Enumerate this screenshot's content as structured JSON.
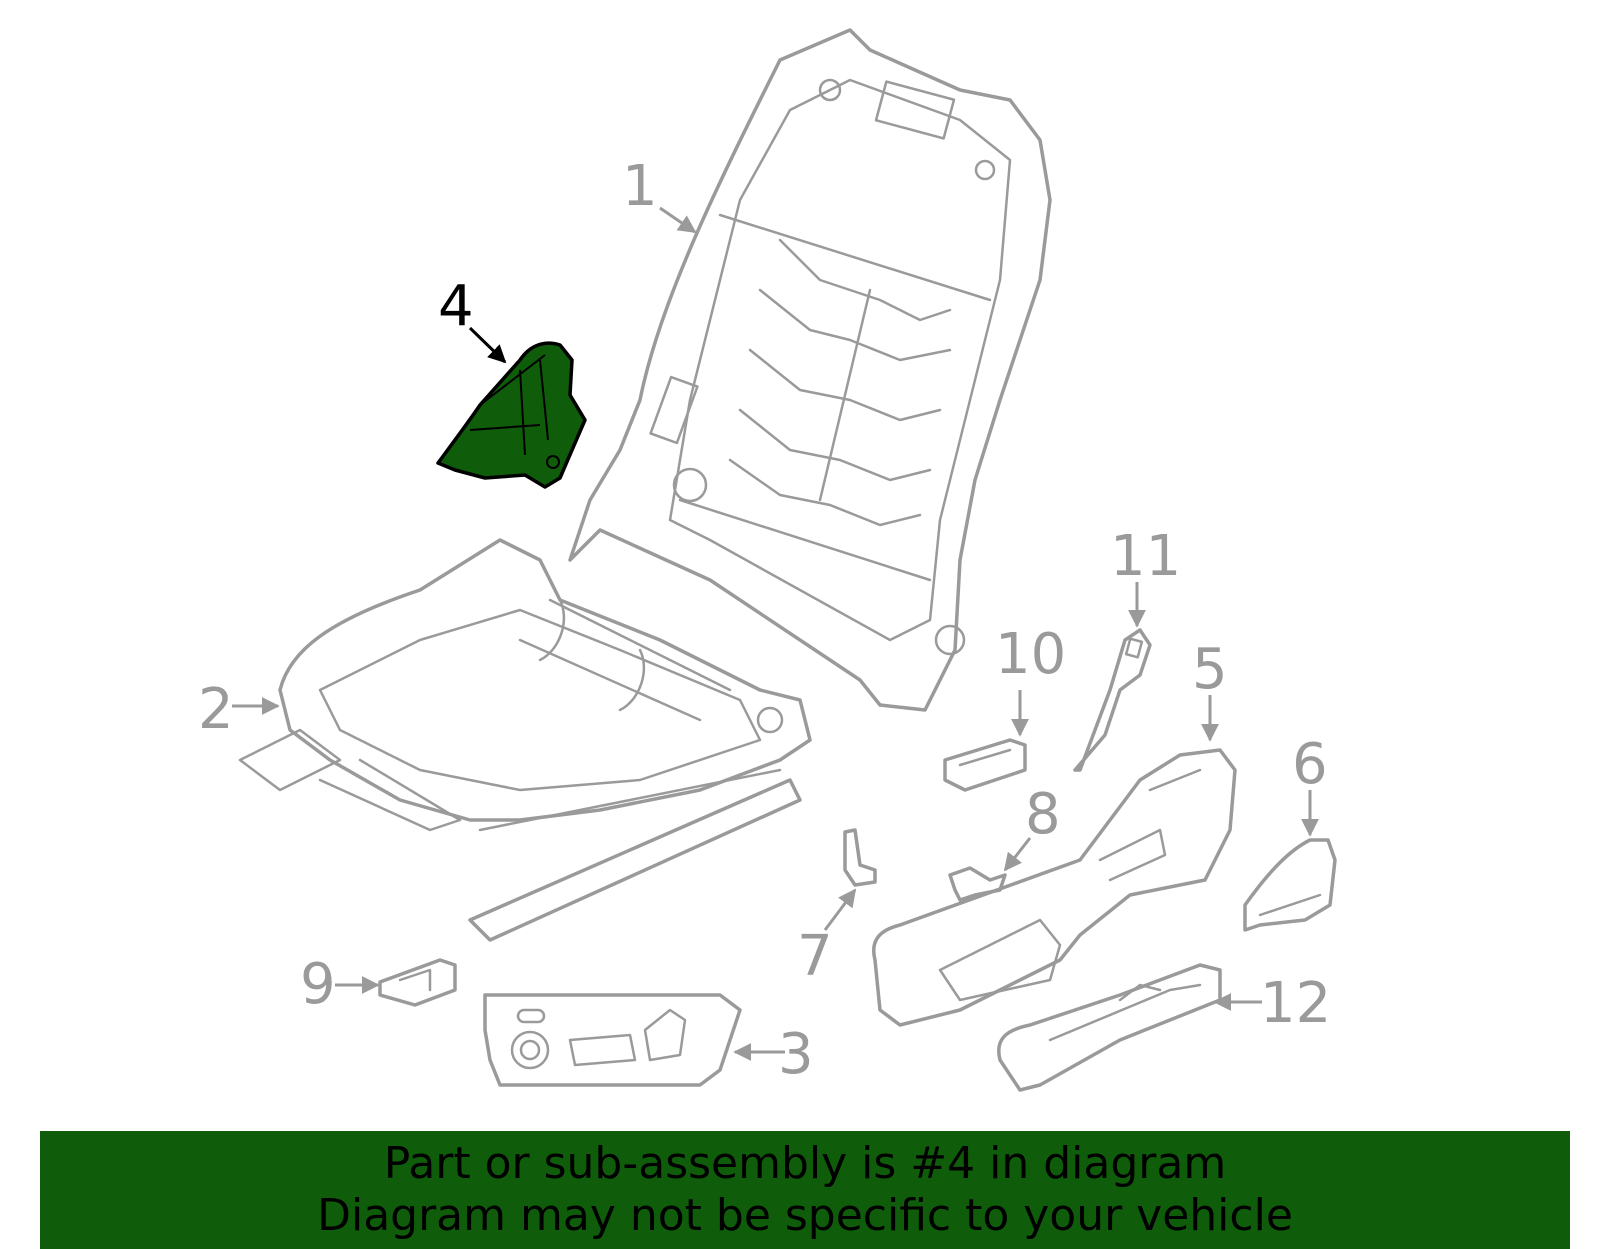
{
  "diagram": {
    "highlight_color": "#0f5c0a",
    "line_color": "#9a9a9a",
    "highlighted_part": "4",
    "callouts": [
      "1",
      "2",
      "3",
      "4",
      "5",
      "6",
      "7",
      "8",
      "9",
      "10",
      "11",
      "12"
    ]
  },
  "banner": {
    "line1": "Part or sub-assembly is #4 in diagram",
    "line2": "Diagram may not be specific to your vehicle",
    "background": "#0f5c0a"
  }
}
